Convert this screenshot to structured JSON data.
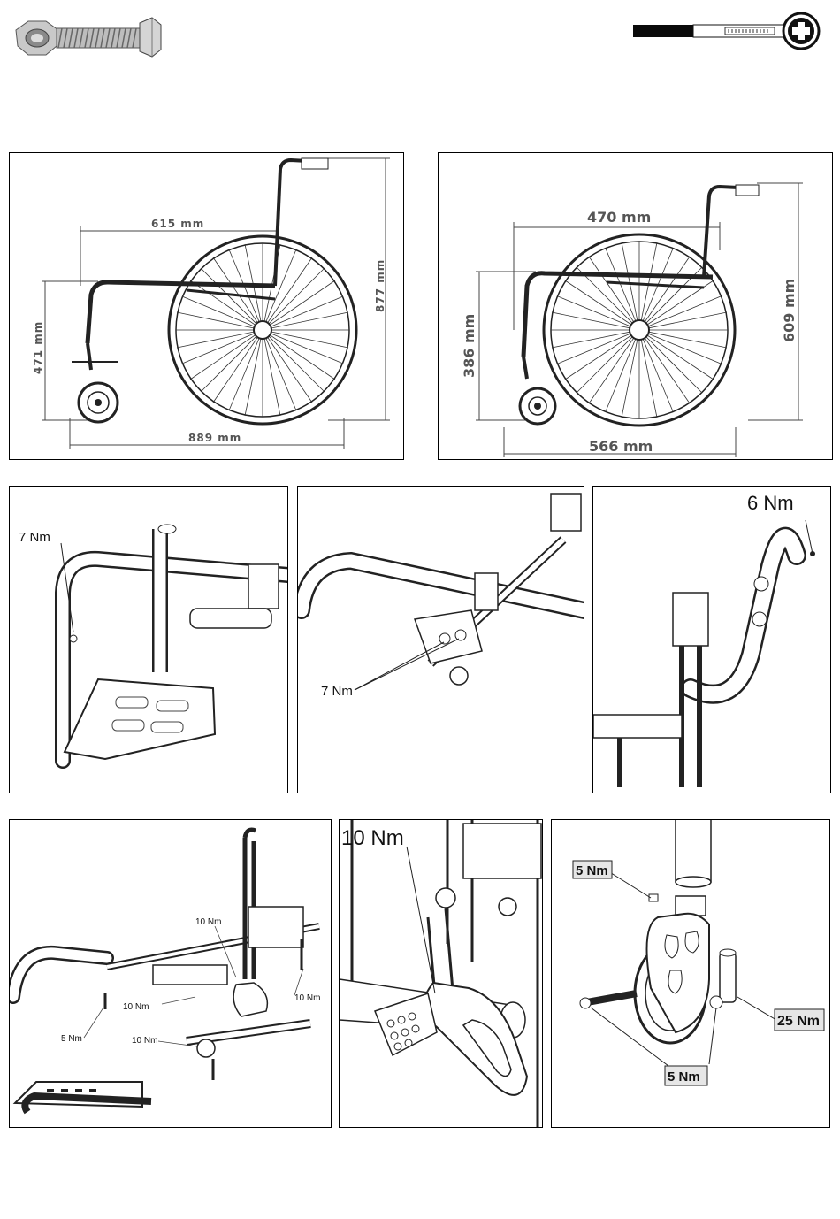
{
  "header": {
    "logo_icon": "bolt-and-nut-icon",
    "tool_icon": "hex-key-icon"
  },
  "panels": {
    "side_view": {
      "dims": {
        "seat_depth": "615 mm",
        "front_height": "471 mm",
        "back_height": "877 mm",
        "length": "889 mm"
      }
    },
    "folded_view": {
      "dims": {
        "seat_depth": "470 mm",
        "front_height": "386 mm",
        "back_height": "609 mm",
        "length": "566 mm"
      }
    },
    "footrest_clamp": {
      "torque": "7 Nm"
    },
    "armrest_clamp": {
      "torque": "7 Nm"
    },
    "push_handle": {
      "torque": "6 Nm"
    },
    "frame_assembly": {
      "torque_top": "10 Nm",
      "torque_left": "10 Nm",
      "torque_right": "10 Nm",
      "torque_bottom": "10 Nm",
      "torque_pin": "5 Nm"
    },
    "brake_detail": {
      "torque": "10 Nm"
    },
    "castor_fork": {
      "torque_top": "5 Nm",
      "torque_axle": "25 Nm",
      "torque_bottom": "5 Nm"
    }
  }
}
